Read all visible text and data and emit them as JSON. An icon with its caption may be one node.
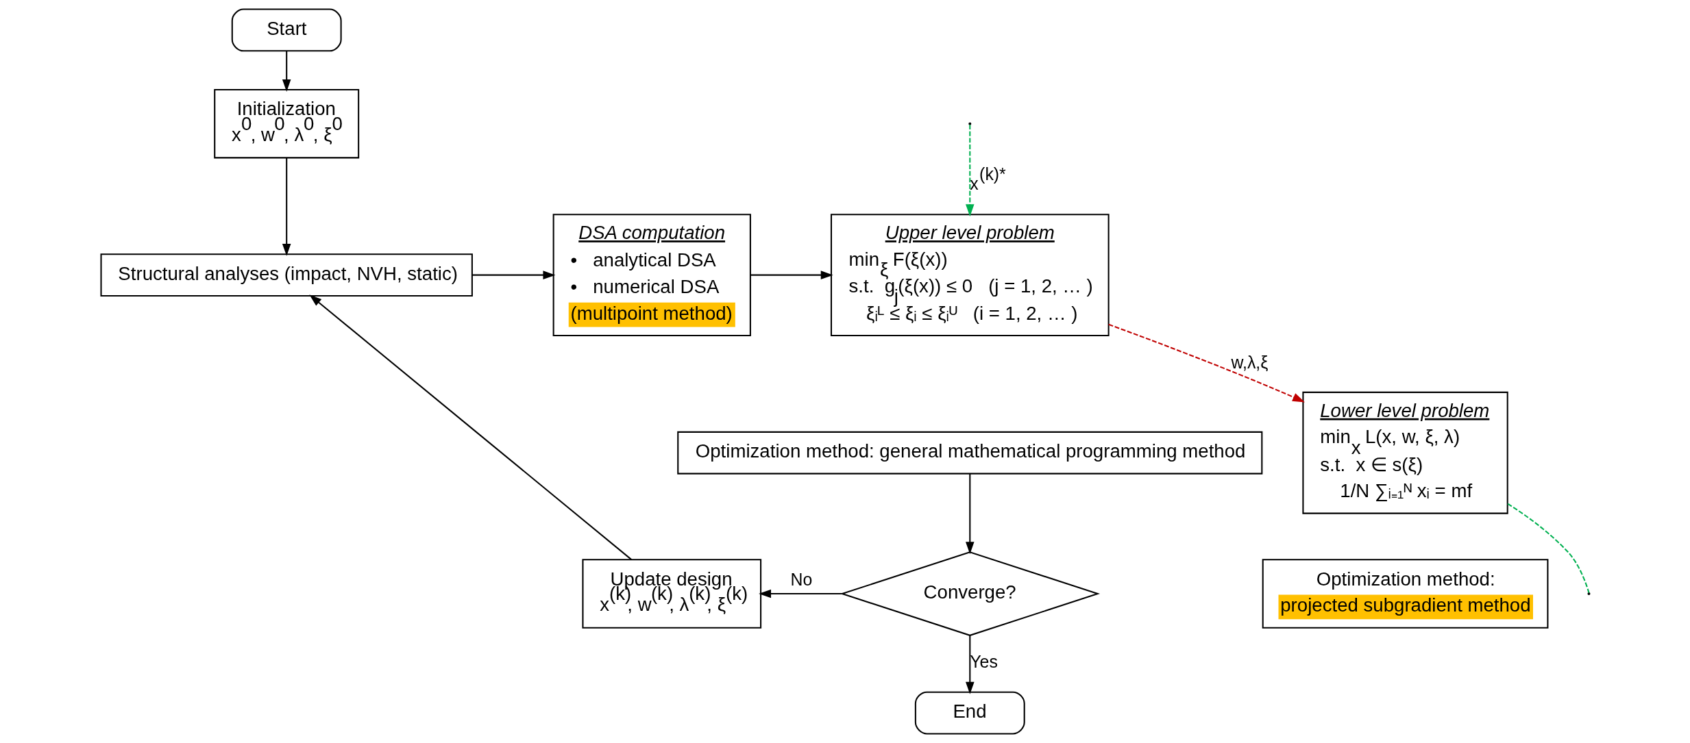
{
  "diagram": {
    "nodes": [
      {
        "text": [
          "Start"
        ]
      },
      {
        "text": [
          "Initialization",
          "x$^{0}$, w$^{0}$, λ$^{0}$, ξ$^{0}$"
        ]
      },
      {
        "text": [
          "Structural analyses (impact, NVH, static)"
        ]
      },
      {
        "text": [
          "DSA computation",
          "•   analytical DSA",
          "•   numerical DSA",
          "(multipoint method)"
        ]
      },
      {
        "text": [
          "Upper level problem",
          "min$_{ξ}$  F(ξ(x))",
          "s.t.  g$_{j}$(ξ(x)) ≤ 0   (j = 1, 2, … )",
          "ξᵢᴸ ≤ ξᵢ ≤ ξᵢᵁ   (i = 1, 2, … )"
        ]
      },
      {
        "text": [
          "Optimization method: general mathematical programming method"
        ]
      },
      {
        "text": [
          "Update design",
          "x$^{(k)}$, w$^{(k)}$, λ$^{(k)}$, ξ$^{(k)}$"
        ]
      },
      {
        "text": [
          "Converge?"
        ]
      },
      {
        "text": [
          "End"
        ]
      },
      {
        "text": [
          "Lower level problem",
          "min$_{x}$  L(x, w, ξ, λ)",
          "s.t.  x ∈ s(ξ)",
          "1/N ∑ᵢ₌₁ᴺ xᵢ = mf"
        ]
      },
      {
        "text": [
          "Optimization method:",
          "projected subgradient method"
        ]
      }
    ],
    "edges": [
      {
        "from": 0,
        "to": 1,
        "arrow": "to"
      },
      {
        "from": 1,
        "to": 2,
        "arrow": "to"
      },
      {
        "from": 2,
        "to": 3,
        "arrow": "to"
      },
      {
        "from": 3,
        "to": 4,
        "arrow": "to"
      },
      {
        "from": 5,
        "to": 7,
        "arrow": "to"
      },
      {
        "from": 7,
        "to": 6,
        "label": "No",
        "arrow": "to"
      },
      {
        "from": 6,
        "to": 2,
        "arrow": "to"
      },
      {
        "from": 7,
        "to": 8,
        "label": "Yes",
        "arrow": "to"
      },
      {
        "from": 4,
        "to": 9,
        "label": "w,λ,ξ",
        "arrow": "to",
        "style": "dashed",
        "color": "#c00000"
      },
      {
        "from": null,
        "to": 4,
        "label": "x$^{(k)*}$",
        "arrow": "to",
        "style": "dashed",
        "color": "#00b050"
      },
      {
        "from": 9,
        "to": null,
        "arrow": "none",
        "style": "dashed",
        "color": "#00b050"
      }
    ]
  }
}
